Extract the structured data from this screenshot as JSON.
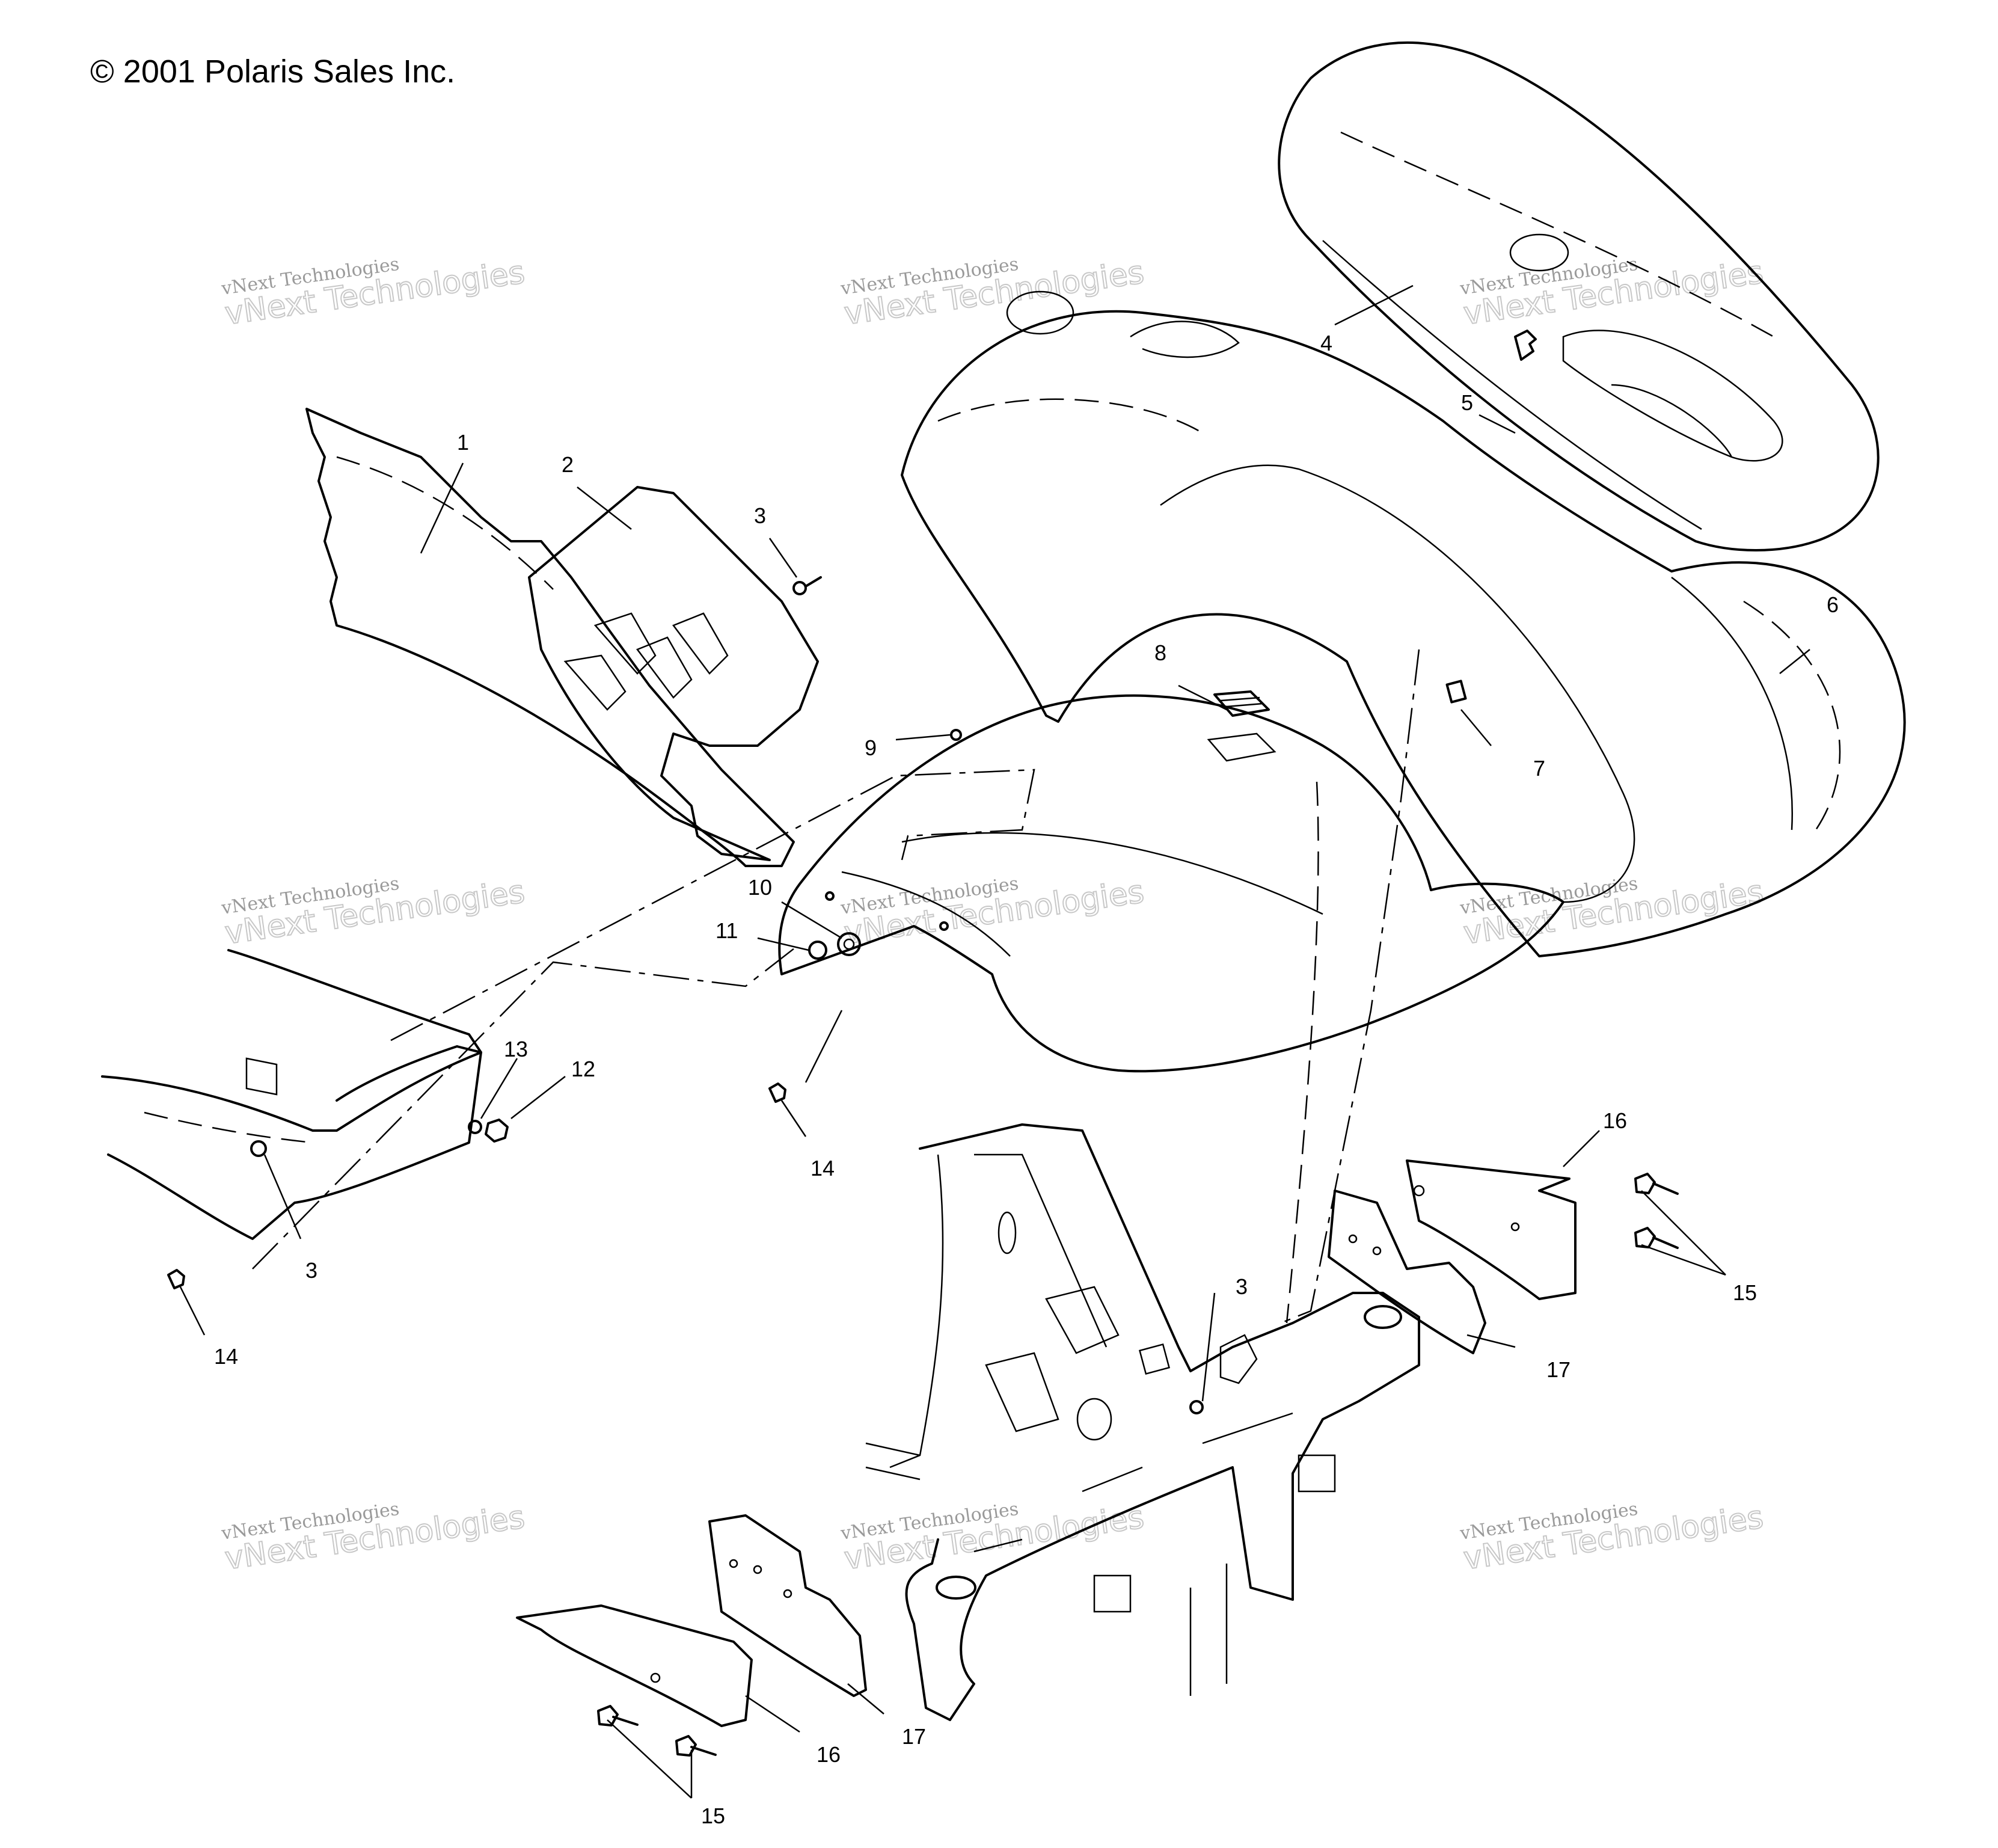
{
  "copyright": "© 2001 Polaris Sales Inc.",
  "watermark": {
    "line1": "vNext Technologies",
    "line2": "vNext Technologies"
  },
  "callouts": [
    "1",
    "2",
    "3",
    "4",
    "5",
    "6",
    "7",
    "8",
    "9",
    "10",
    "11",
    "12",
    "13",
    "14",
    "14",
    "15",
    "15",
    "16",
    "16",
    "17",
    "17",
    "3",
    "3"
  ],
  "colors": {
    "line": "#000000",
    "watermark": "#c8c8c8",
    "background": "#ffffff"
  }
}
